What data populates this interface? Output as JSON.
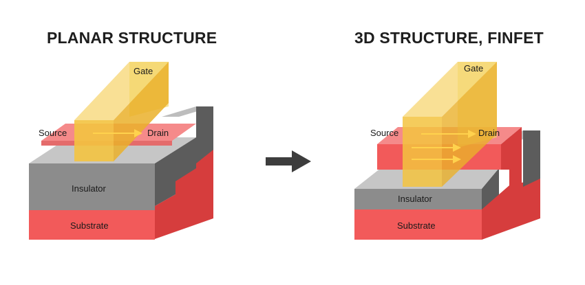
{
  "planar": {
    "title": "PLANAR STRUCTURE",
    "labels": {
      "gate": "Gate",
      "source": "Source",
      "drain": "Drain",
      "insulator": "Insulator",
      "substrate": "Substrate"
    }
  },
  "finfet": {
    "title": "3D STRUCTURE, FINFET",
    "labels": {
      "gate": "Gate",
      "source": "Source",
      "drain": "Drain",
      "insulator": "Insulator",
      "substrate": "Substrate"
    }
  },
  "colors": {
    "substrate": "#f25a5a",
    "substrate_side": "#d63d3d",
    "insulator": "#8c8c8c",
    "insulator_top": "#c6c6c6",
    "insulator_side": "#5c5c5c",
    "channel": "#f58a8a",
    "gate": "#f3c340",
    "arrow": "#3d3d3d"
  }
}
